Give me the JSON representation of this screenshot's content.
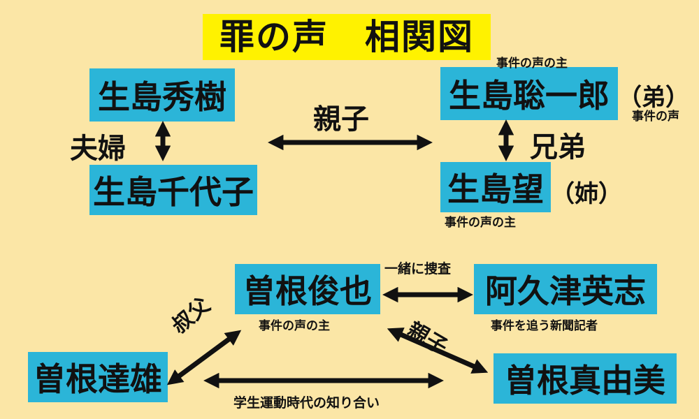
{
  "title": "罪の声　相関図",
  "people": {
    "hideki": "生島秀樹",
    "chiyoko": "生島千代子",
    "soichiro": "生島聡一郎",
    "nozomi": "生島望",
    "toshiya": "曽根俊也",
    "akutsu": "阿久津英志",
    "tatsuo": "曽根達雄",
    "mayumi": "曽根真由美"
  },
  "notes": {
    "soichiro_top": "事件の声の主",
    "soichiro_suffix": "（弟）",
    "soichiro_right": "事件の声",
    "nozomi_suffix": "（姉）",
    "nozomi_below": "事件の声の主",
    "toshiya_below": "事件の声の主",
    "akutsu_below": "事件を追う新聞記者"
  },
  "relations": {
    "fuufu": "夫婦",
    "oyako_top": "親子",
    "kyoudai": "兄弟",
    "issho": "一緒に捜査",
    "oji": "叔父",
    "oyako_bottom": "親子",
    "gakusei": "学生運動時代の知り合い"
  }
}
